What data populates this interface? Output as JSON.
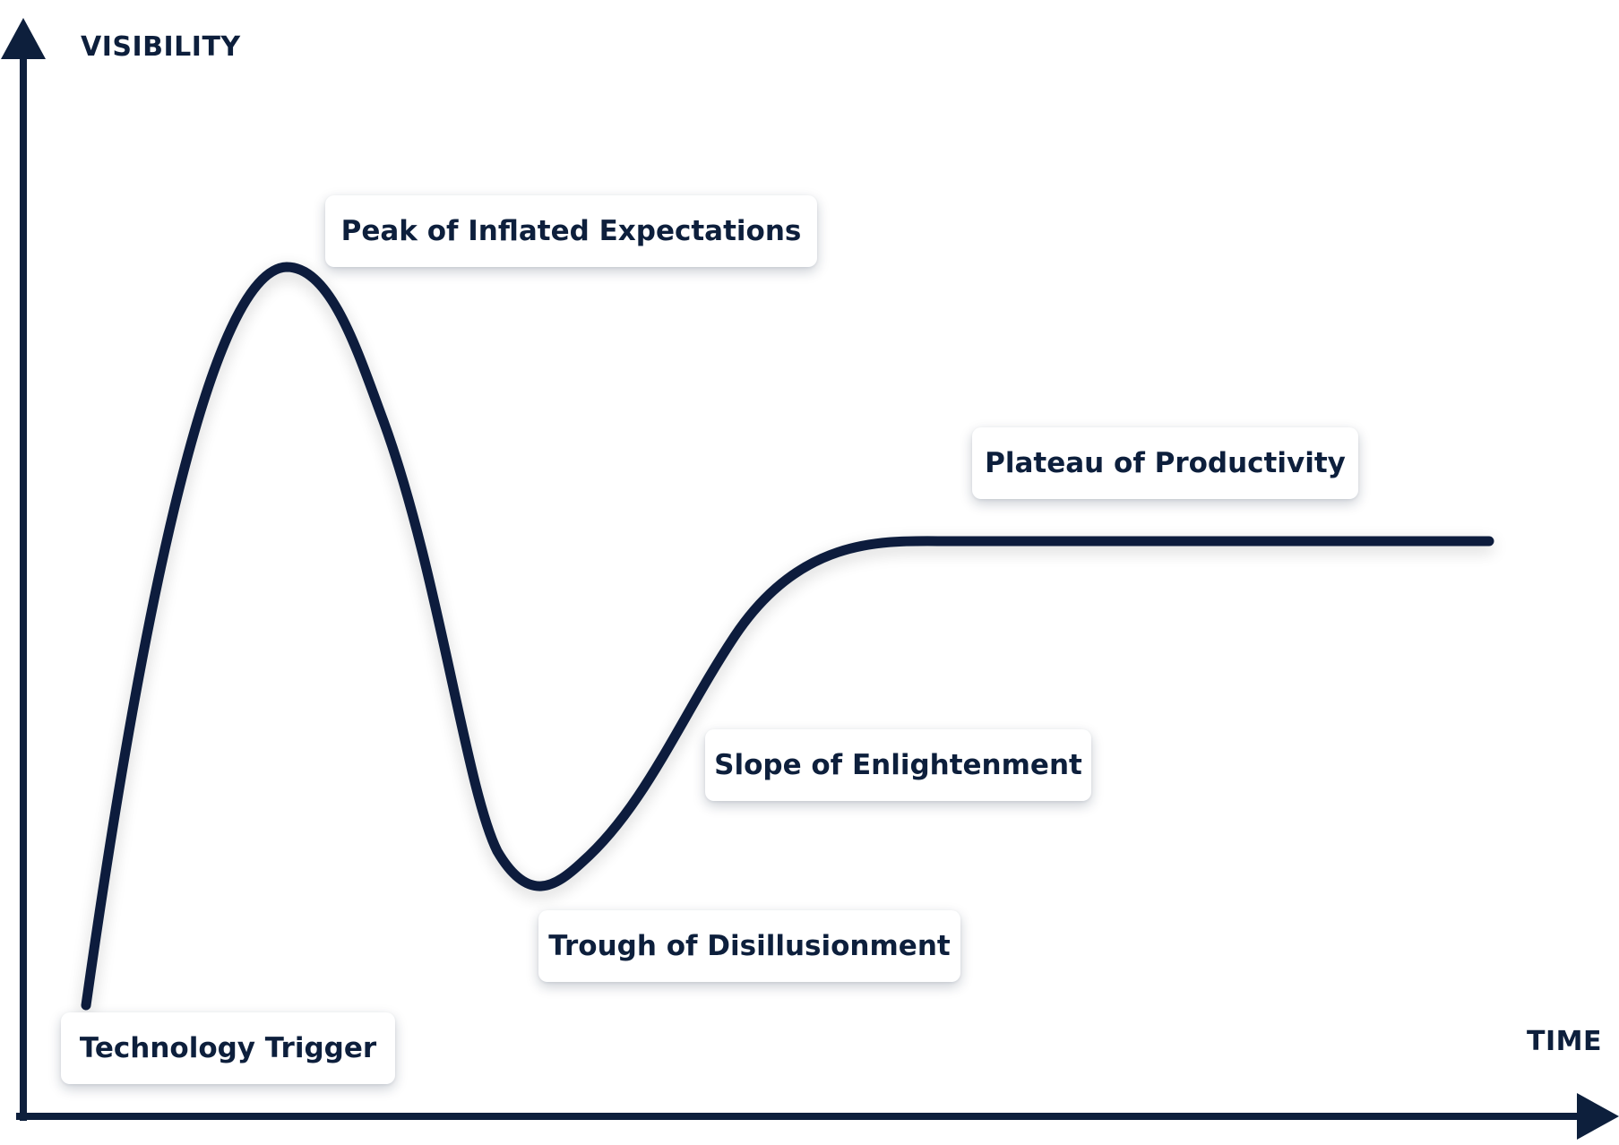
{
  "axes": {
    "y_label": "VISIBILITY",
    "x_label": "TIME"
  },
  "phases": [
    {
      "label": "Technology Trigger"
    },
    {
      "label": "Peak of Inflated Expectations"
    },
    {
      "label": "Trough of Disillusionment"
    },
    {
      "label": "Slope of Enlightenment"
    },
    {
      "label": "Plateau of Productivity"
    }
  ],
  "colors": {
    "ink": "#0d1f3c",
    "card_background": "#ffffff",
    "page_background": "#ffffff"
  }
}
